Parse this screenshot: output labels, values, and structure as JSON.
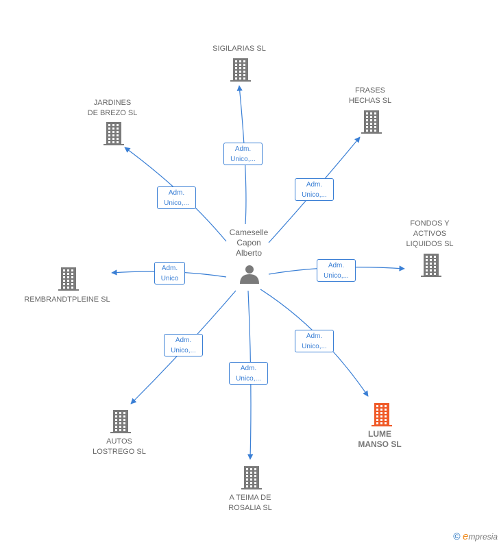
{
  "center": {
    "name": "Cameselle\nCapon\nAlberto",
    "icon": "person-icon"
  },
  "companies": [
    {
      "id": "sigilarias",
      "label": "SIGILARIAS  SL",
      "highlight": false
    },
    {
      "id": "jardines",
      "label": "JARDINES\nDE BREZO  SL",
      "highlight": false
    },
    {
      "id": "frases",
      "label": "FRASES\nHECHAS  SL",
      "highlight": false
    },
    {
      "id": "fondos",
      "label": "FONDOS Y\nACTIVOS\nLIQUIDOS  SL",
      "highlight": false
    },
    {
      "id": "rembrandt",
      "label": "REMBRANDTPLEINE SL",
      "highlight": false
    },
    {
      "id": "autos",
      "label": "AUTOS\nLOSTREGO SL",
      "highlight": false
    },
    {
      "id": "ateima",
      "label": "A TEIMA DE\nROSALIA  SL",
      "highlight": false
    },
    {
      "id": "lume",
      "label": "LUME\nMANSO  SL",
      "highlight": true
    }
  ],
  "edges": [
    {
      "to": "sigilarias",
      "label": "Adm.\nUnico,..."
    },
    {
      "to": "jardines",
      "label": "Adm.\nUnico,..."
    },
    {
      "to": "frases",
      "label": "Adm.\nUnico,..."
    },
    {
      "to": "fondos",
      "label": "Adm.\nUnico,..."
    },
    {
      "to": "rembrandt",
      "label": "Adm.\nUnico"
    },
    {
      "to": "autos",
      "label": "Adm.\nUnico,..."
    },
    {
      "to": "ateima",
      "label": "Adm.\nUnico,..."
    },
    {
      "to": "lume",
      "label": "Adm.\nUnico,..."
    }
  ],
  "colors": {
    "edge": "#3a7fd5",
    "building": "#7a7a7a",
    "highlight": "#f05a28",
    "label": "#666666"
  },
  "brand": {
    "copyright": "©",
    "name": "mpresia",
    "initial": "e"
  }
}
